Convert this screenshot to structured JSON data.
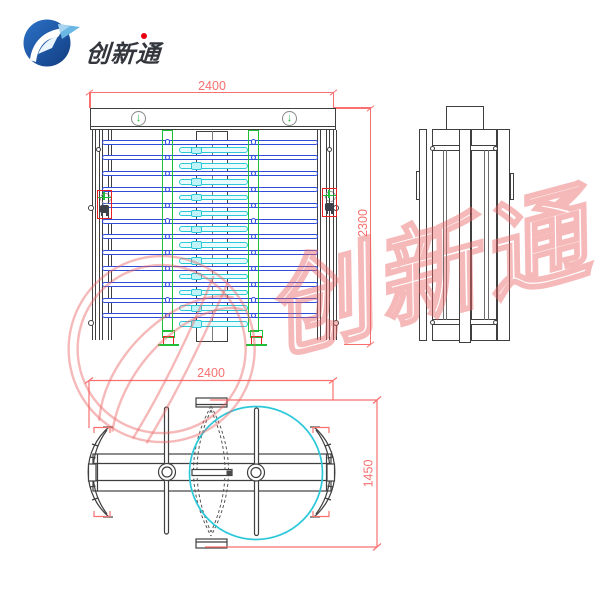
{
  "logo": {
    "text": "创新通",
    "icon": "swoosh-globe-icon",
    "circle_color": "#1b4f9e",
    "swoosh_color": "#ffffff",
    "flag_color": "#6ab6e4",
    "text_color": "#33373d",
    "accent_dot_color": "#e60012"
  },
  "watermark": {
    "text": "创新通",
    "color": "rgba(236,100,100,0.5)"
  },
  "drawing": {
    "front_view": {
      "label": "front-elevation",
      "width_dim": "2400",
      "height_dim": "2300",
      "arm_rows": 12,
      "badge_icon": "down-arrow-in-circle",
      "colors": {
        "arm_blue": "#2f4cdb",
        "arm_cyan": "#2cc8da",
        "arm_cyan_fill": "#eafdfe",
        "column_green": "#1fbf3a",
        "dimension_red": "#f87070",
        "line_gray": "#3f3f3f",
        "alarm_box_red": "#e82222"
      }
    },
    "side_view": {
      "label": "side-elevation"
    },
    "plan_view": {
      "label": "top-plan",
      "width_dim": "2400",
      "depth_dim": "1450",
      "rotor_circle_color": "#3fd6e6"
    }
  }
}
